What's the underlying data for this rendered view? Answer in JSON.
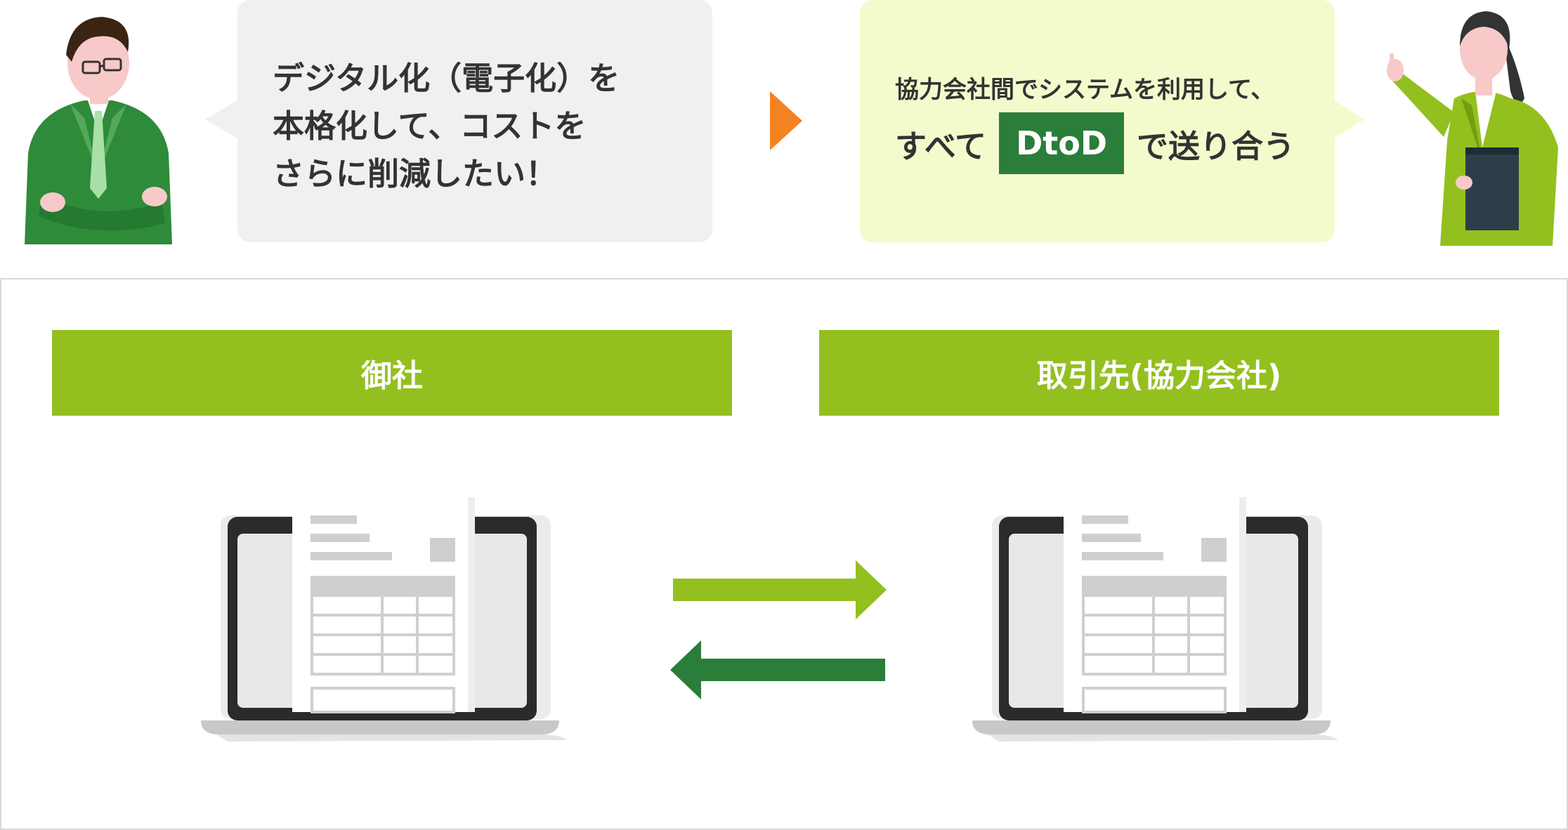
{
  "speech": {
    "left_lines": [
      "デジタル化（電子化）を",
      "本格化して、コストを",
      "さらに削減したい！"
    ],
    "right_line1": "協力会社間でシステムを利用して、",
    "right_line2_pre": "すべて",
    "right_badge": "DtoD",
    "right_line2_post": "で送り合う"
  },
  "headers": {
    "left": "御社",
    "right": "取引先(協力会社)"
  },
  "colors": {
    "light_green": "#93c01f",
    "dark_green": "#2b7d3a",
    "orange": "#f58220",
    "bubble_gray": "#f0f0f0",
    "bubble_yellow": "#f3fbcc"
  },
  "icons": {
    "left_person": "businessman-arms-crossed-icon",
    "right_person": "businesswoman-pointing-icon",
    "left_laptop": "laptop-document-icon",
    "right_laptop": "laptop-document-icon",
    "arrow_to_partner": "arrow-right-icon",
    "arrow_from_partner": "arrow-left-icon"
  }
}
